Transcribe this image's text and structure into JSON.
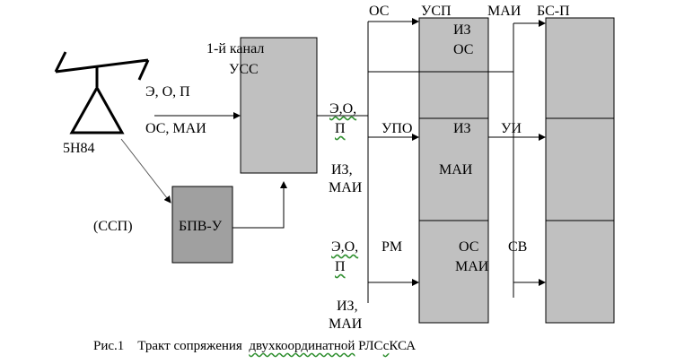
{
  "antenna": {
    "name": "5Н84"
  },
  "input_signals": {
    "line1": "Э, О, П",
    "line2": "ОС, МАИ"
  },
  "ssp_label": "(ССП)",
  "bpv": {
    "label": "БПВ-У"
  },
  "channel": {
    "line1": "1-й канал",
    "line2": "УСС"
  },
  "upper_group": {
    "header": "ОС",
    "out_label_1": "Э,О,",
    "out_label_2": "П",
    "upo": "УПО",
    "iz_1": "ИЗ,",
    "iz_2": "МАИ"
  },
  "lower_group": {
    "label_1": "Э,О,",
    "label_2": "П",
    "rm": "РМ",
    "iz_1": "ИЗ,",
    "iz_2": "МАИ"
  },
  "usp": {
    "header": "УСП",
    "r1_1": "ИЗ",
    "r1_2": "ОС",
    "r2_1": "ИЗ",
    "r2_2": "МАИ",
    "r3_1": "ОС",
    "r3_2": "МАИ"
  },
  "right_labels": {
    "mai": "МАИ",
    "ui": "УИ",
    "sv": "СВ"
  },
  "bs": {
    "header": "БС-П"
  },
  "caption": {
    "prefix": "Рис.1",
    "w1": "Тракт",
    "w2": "сопряжения",
    "w3": "двухкоординатной",
    "w4": "РЛС",
    "w5": "с",
    "w6": "КСА"
  },
  "colors": {
    "light_fill": "#c0c0c0",
    "dark_fill": "#a0a0a0",
    "stroke": "#000000"
  }
}
